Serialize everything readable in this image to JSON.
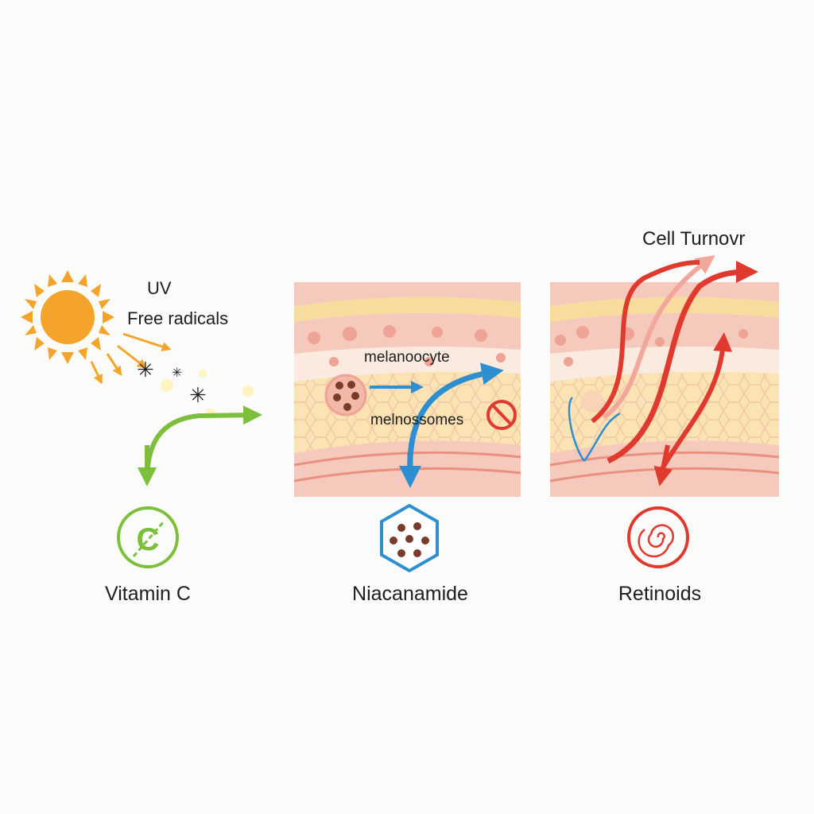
{
  "sun_labels": {
    "uv": "UV",
    "free_radicals": "Free radicals"
  },
  "middle_panel": {
    "melanocyte_label": "melanoocyte",
    "melanosomes_label": "melnossomes"
  },
  "right_panel": {
    "title": "Cell Turnovr"
  },
  "ingredients": [
    {
      "name": "Vitamin C",
      "color": "#7cbf3c",
      "icon": "vitamin-c-circle-icon",
      "glyph": "C"
    },
    {
      "name": "Niacanamide",
      "color": "#2e8fd0",
      "icon": "hexagon-melanin-icon"
    },
    {
      "name": "Retinoids",
      "color": "#e03a2e",
      "icon": "spiral-circle-icon"
    }
  ],
  "colors": {
    "sun": "#f4a42a",
    "skin_top": "#f6c9bd",
    "skin_yellow": "#fbe3b4",
    "blue": "#2e8fd0",
    "red": "#e03a2e",
    "green": "#7cbf3c"
  }
}
